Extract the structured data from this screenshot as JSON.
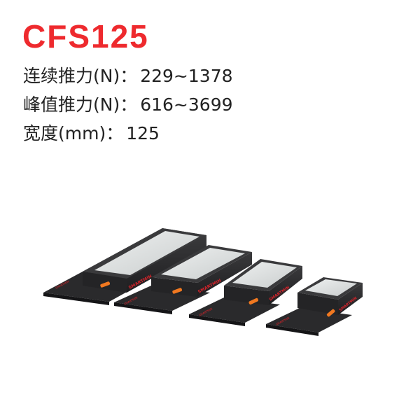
{
  "product": {
    "title": "CFS125",
    "title_color": "#ee2a2e",
    "specs": [
      {
        "label": "连续推力(N)：",
        "value": "229~1378"
      },
      {
        "label": "峰值推力(N)：",
        "value": "616~3699"
      },
      {
        "label": "宽度(mm)：",
        "value": "125"
      }
    ],
    "image": {
      "description": "four linear motor units of decreasing length",
      "brand_mark": "SMARTMIN",
      "units": 4,
      "colors": {
        "body": "#2b2b2d",
        "top": "#d9dcdc",
        "connector": "#f07820",
        "logo": "#d8232a"
      }
    }
  }
}
